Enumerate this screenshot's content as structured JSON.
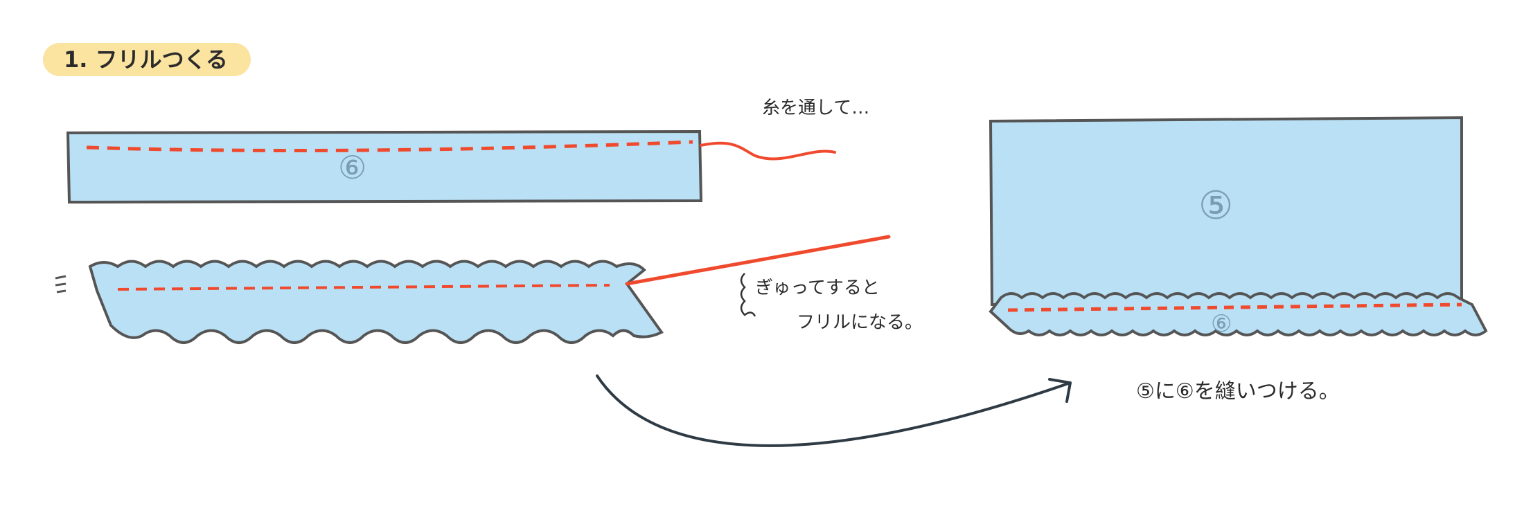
{
  "title": "1. フリルつくる",
  "step1": {
    "note": "糸を通して…",
    "part_label": "⑥"
  },
  "step2": {
    "note_line1": "ぎゅってすると",
    "note_line2": "フリルになる。"
  },
  "step3": {
    "part_main": "⑤",
    "part_frill": "⑥",
    "caption": "⑤に⑥を縫いつける。"
  },
  "colors": {
    "fabric": "#b9e0f5",
    "outline": "#555555",
    "thread": "#f04a2e",
    "highlight": "#fbe3a0",
    "arrow": "#2e3a44"
  }
}
